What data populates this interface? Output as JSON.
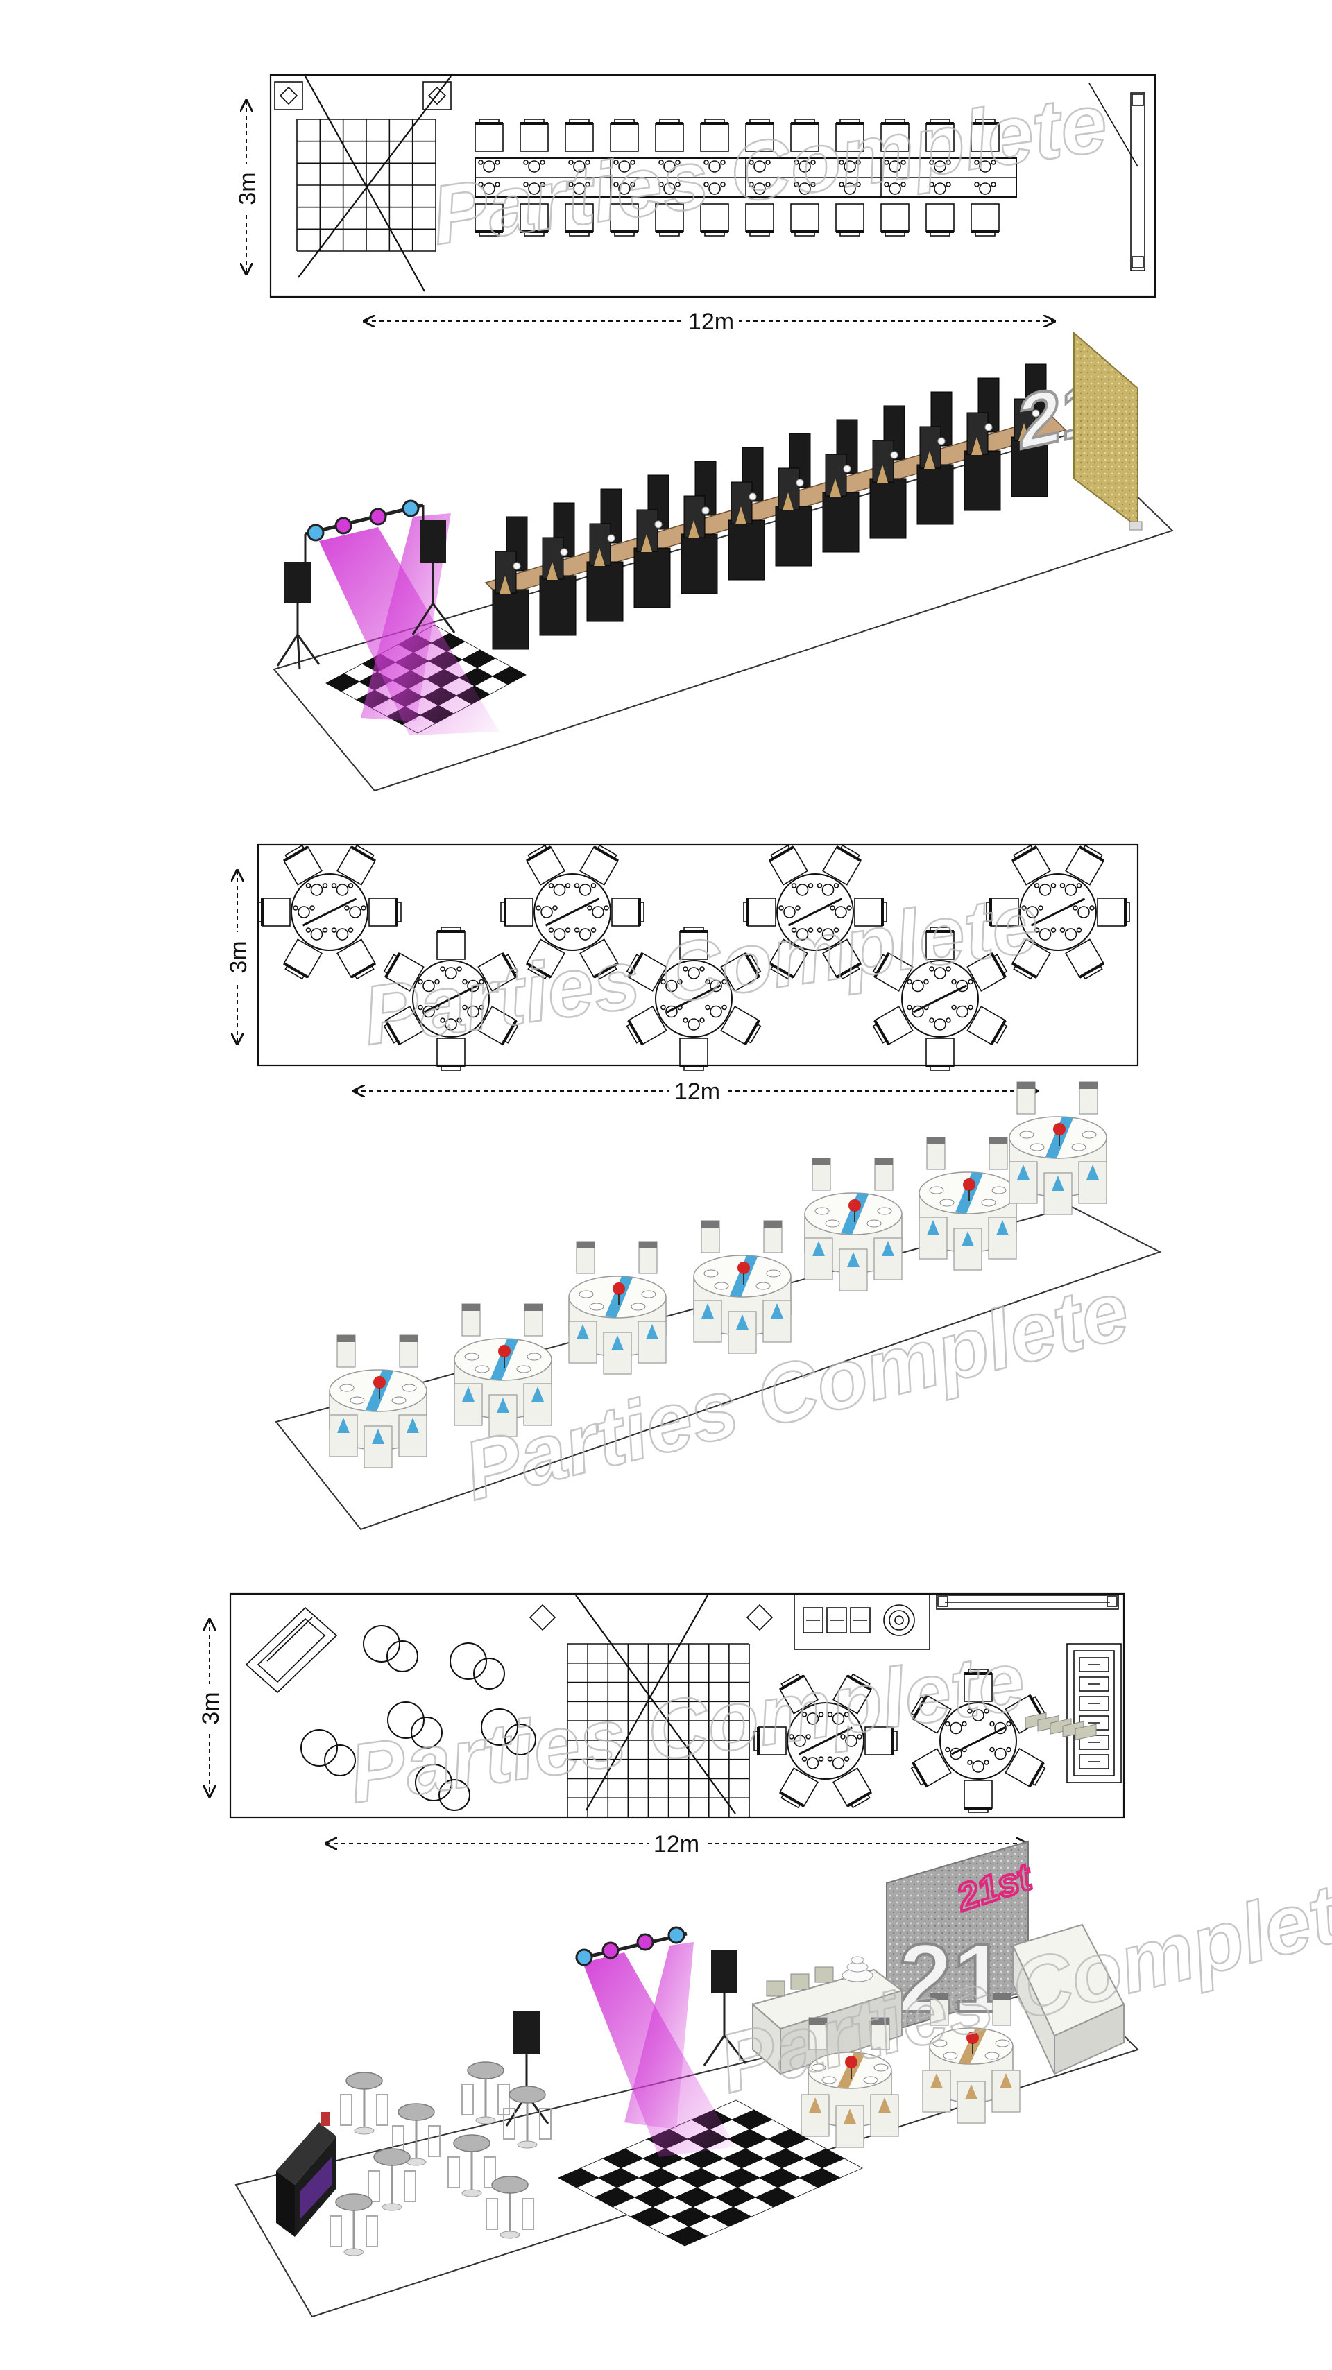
{
  "dimensions": {
    "short_side": "3m",
    "long_side": "12m"
  },
  "watermark": "Parties Complete",
  "decor": {
    "number_sign": "21",
    "neon_sign": "21st"
  },
  "colors": {
    "line": "#111111",
    "chair_black": "#1b1b1b",
    "chair_white": "#f1f1ec",
    "table_wood": "#c9a37a",
    "sash_gold": "#c9a26a",
    "sash_blue": "#49a8d8",
    "flower_red": "#d42424",
    "light_magenta": "#d23bd6",
    "backdrop_gold": "#c8b56a",
    "backdrop_silver": "#a8a8a8",
    "neon_pink": "#e0287f"
  },
  "layouts": [
    {
      "view": "plan",
      "style": "banquet-long-table"
    },
    {
      "view": "3d",
      "style": "banquet-long-table"
    },
    {
      "view": "plan",
      "style": "round-tables"
    },
    {
      "view": "3d",
      "style": "round-tables"
    },
    {
      "view": "plan",
      "style": "cocktail-dance"
    },
    {
      "view": "3d",
      "style": "cocktail-dance"
    }
  ]
}
